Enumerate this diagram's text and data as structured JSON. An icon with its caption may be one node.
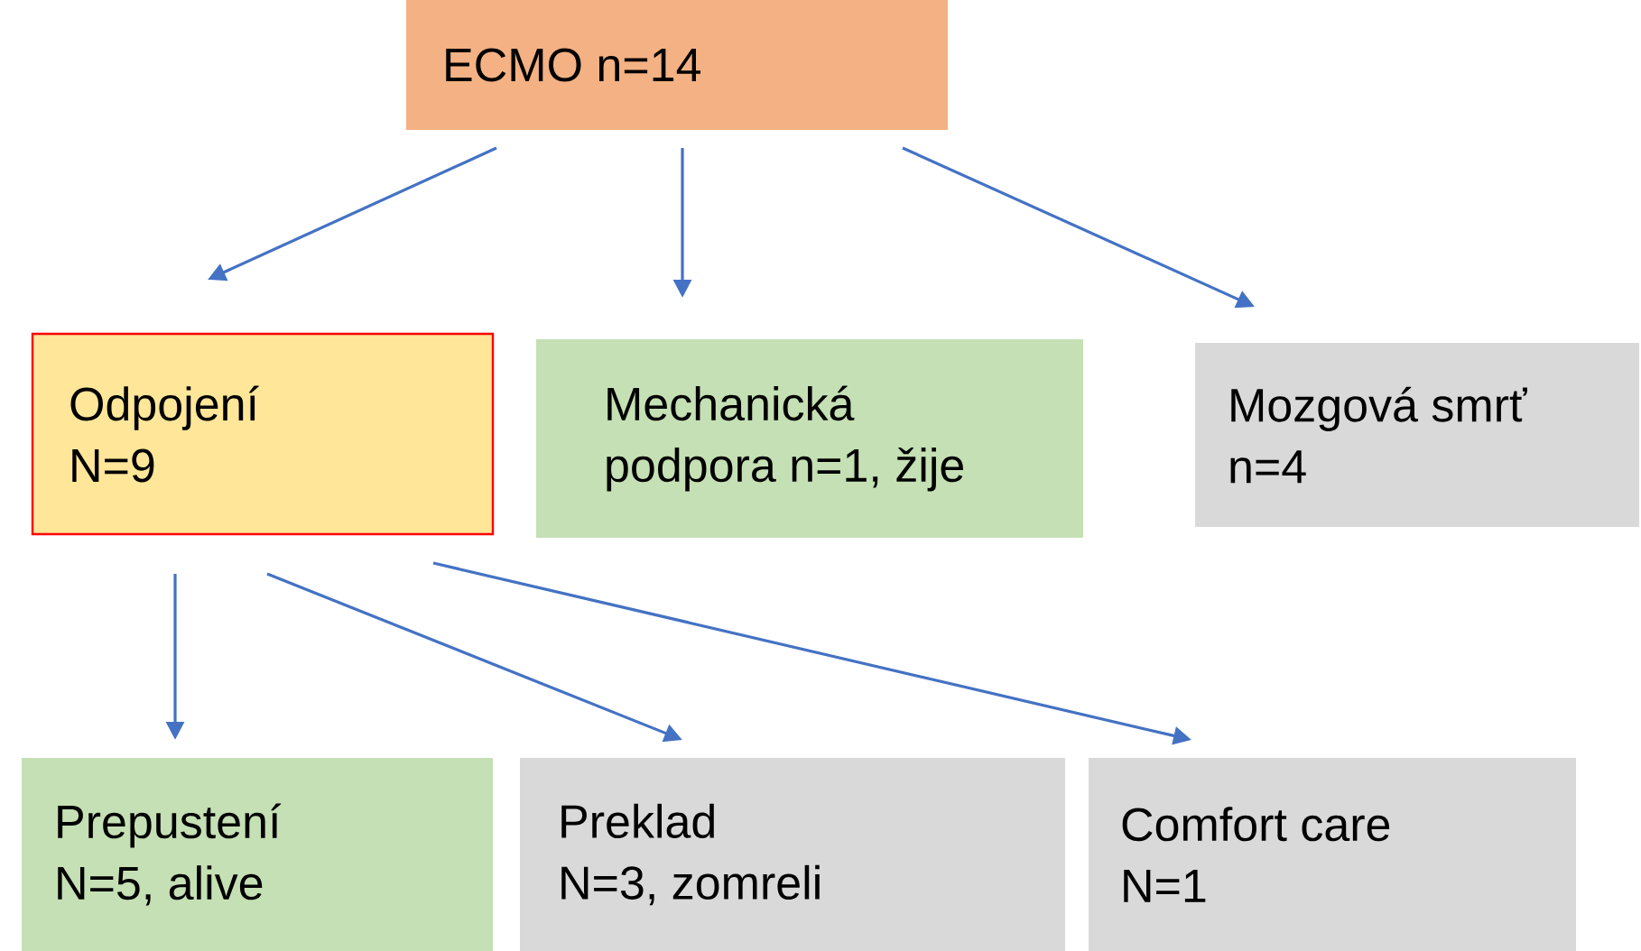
{
  "diagram": {
    "nodes": [
      {
        "text": [
          "ECMO n=14"
        ]
      },
      {
        "text": [
          "Odpojení",
          "N=9"
        ]
      },
      {
        "text": [
          "Mechanická podpora n=1, žije"
        ]
      },
      {
        "text": [
          "Mozgová smrť",
          "n=4"
        ]
      },
      {
        "text": [
          "Prepustení",
          "N=5, alive"
        ]
      },
      {
        "text": [
          "Preklad",
          "N=3, zomreli"
        ]
      },
      {
        "text": [
          "Comfort care",
          "N=1"
        ]
      }
    ],
    "edges": [
      {
        "from": 0,
        "to": 1,
        "arrow": "to"
      },
      {
        "from": 0,
        "to": 2,
        "arrow": "to"
      },
      {
        "from": 0,
        "to": 3,
        "arrow": "to"
      },
      {
        "from": 1,
        "to": 4,
        "arrow": "to"
      },
      {
        "from": 1,
        "to": 5,
        "arrow": "to"
      },
      {
        "from": 1,
        "to": 6,
        "arrow": "to"
      }
    ]
  }
}
